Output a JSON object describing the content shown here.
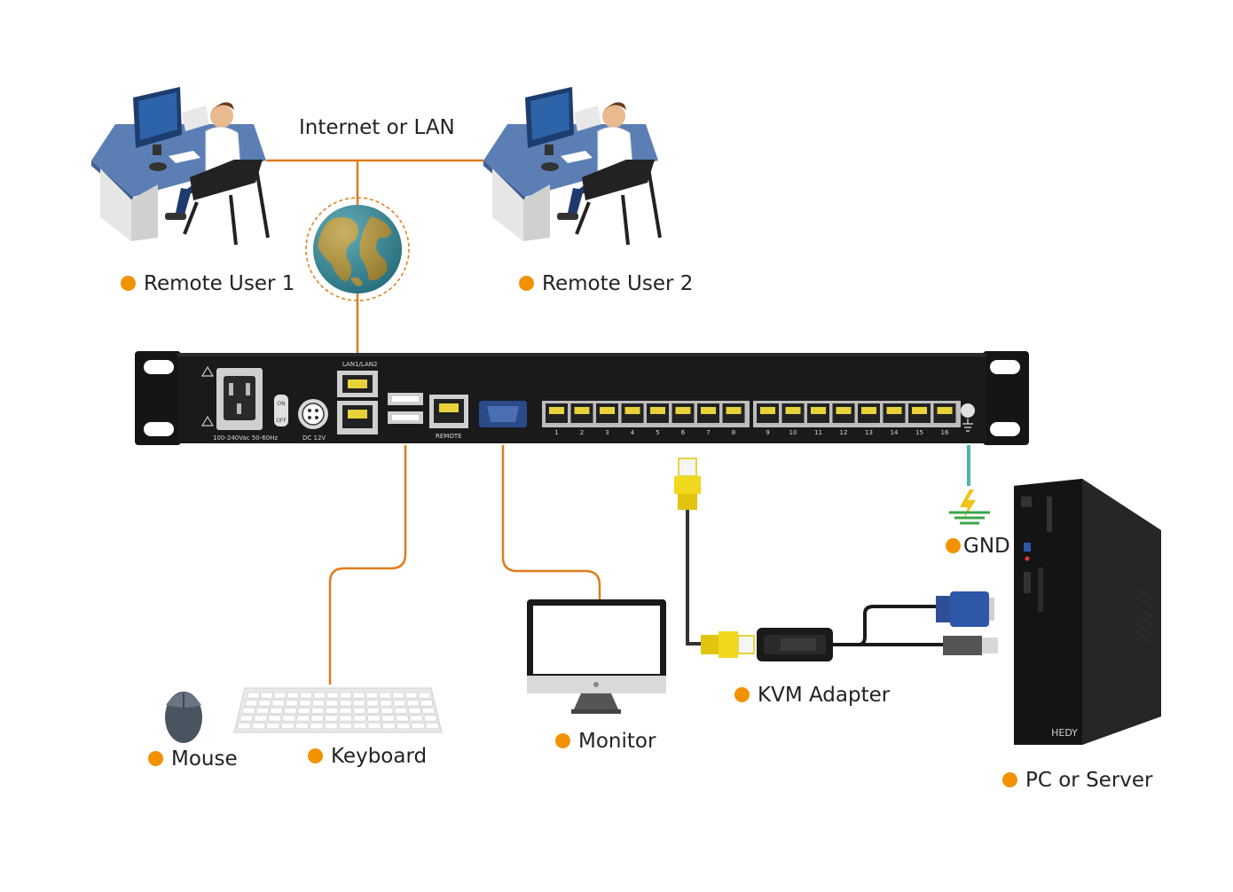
{
  "network": {
    "label": "Internet or LAN"
  },
  "users": [
    {
      "label": "Remote User 1"
    },
    {
      "label": "Remote User 2"
    }
  ],
  "kvm_switch": {
    "lan_label": "LAN1/LAN2",
    "power_label": "100-240Vac 50-60Hz",
    "switch_on": "ON",
    "switch_off": "OFF",
    "dc_label": "DC 12V",
    "remote_label": "REMOTE",
    "port_numbers": [
      "1",
      "2",
      "3",
      "4",
      "5",
      "6",
      "7",
      "8",
      "9",
      "10",
      "11",
      "12",
      "13",
      "14",
      "15",
      "16"
    ]
  },
  "peripherals": {
    "mouse": "Mouse",
    "keyboard": "Keyboard",
    "monitor": "Monitor",
    "kvm_adapter": "KVM Adapter",
    "gnd": "GND",
    "pc": "PC or Server",
    "pc_brand": "HEDY"
  },
  "colors": {
    "accent": "#f39200",
    "cable": "#e07b1a",
    "ground": "#4db6a8",
    "chassis": "#1a1a1a"
  }
}
